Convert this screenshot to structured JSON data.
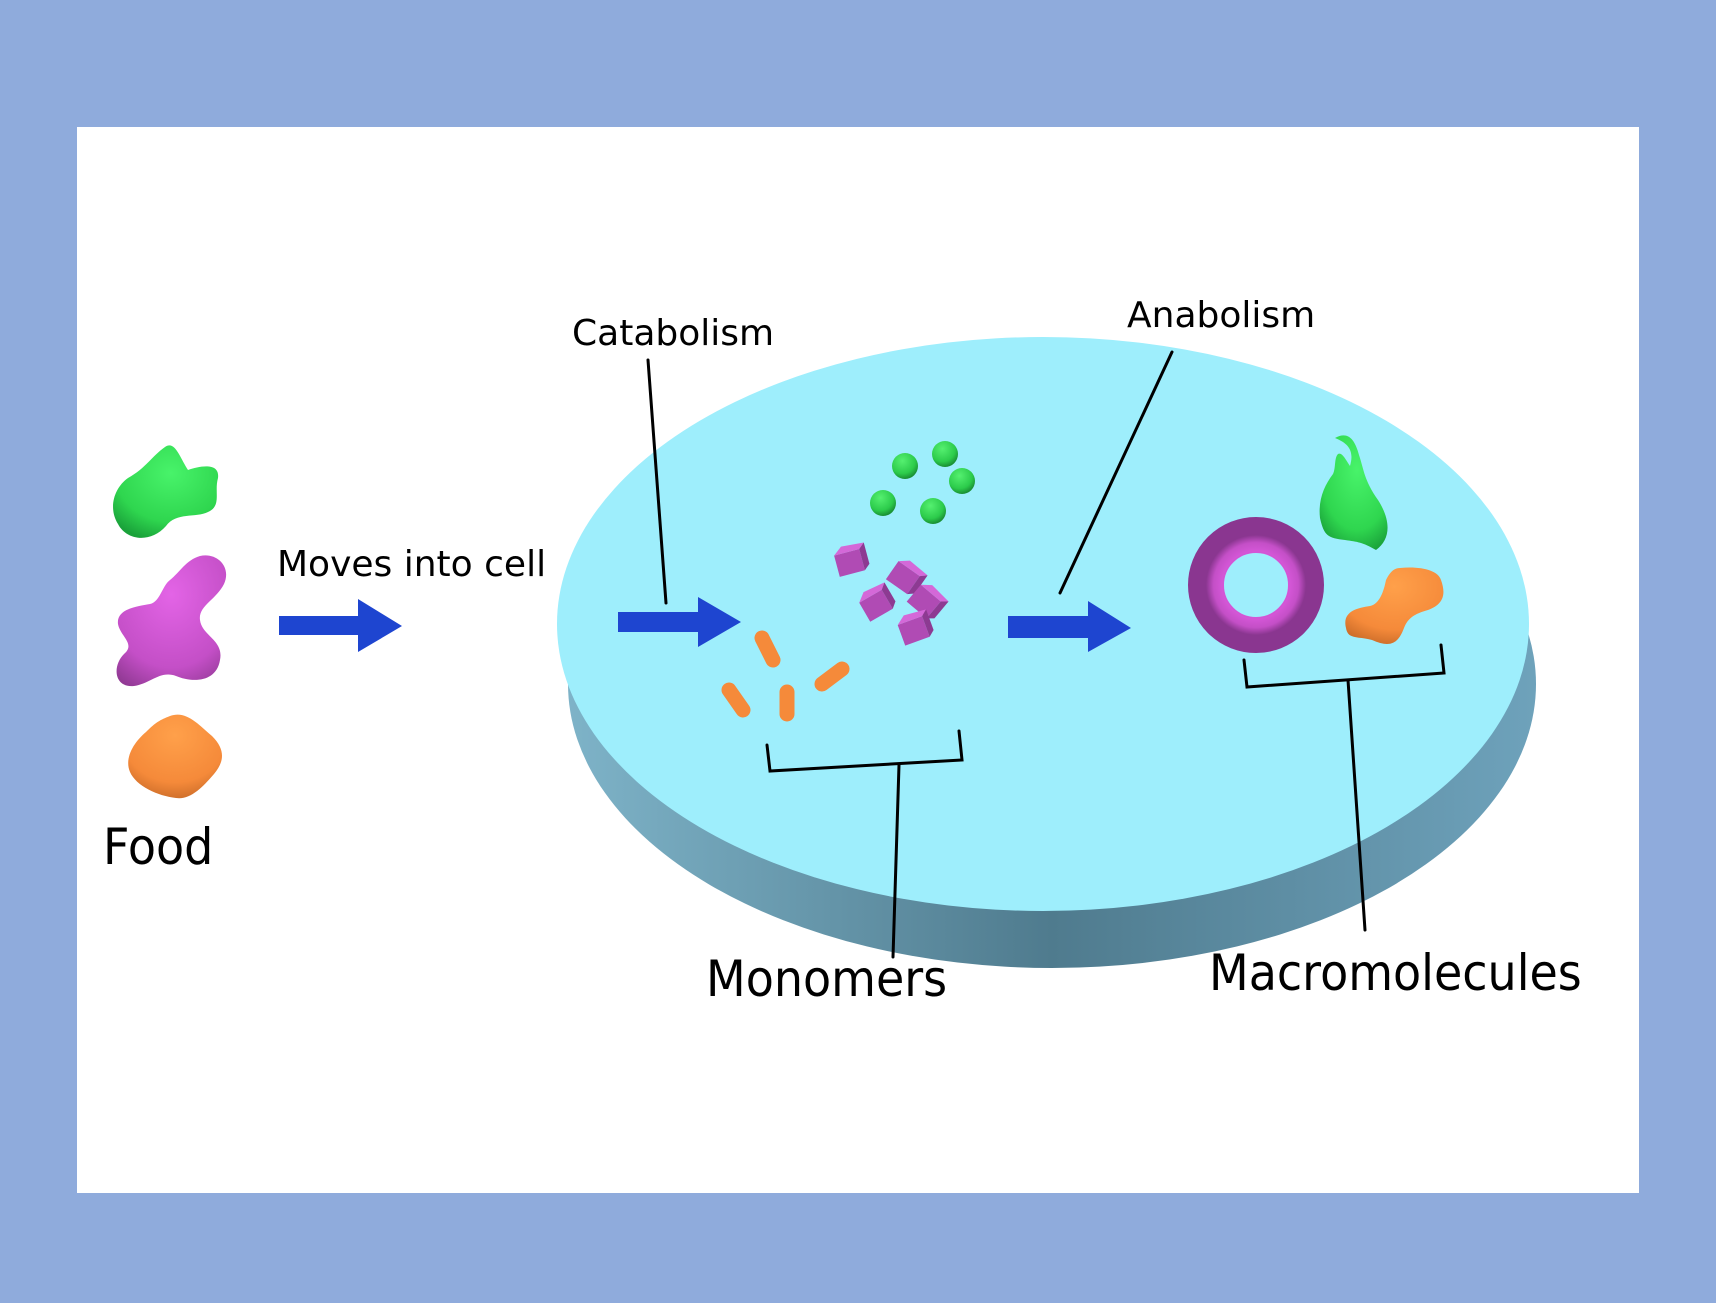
{
  "diagram": {
    "title_area": "Metabolism overview: catabolism and anabolism",
    "labels": {
      "food": "Food",
      "moves_into_cell": "Moves into cell",
      "catabolism": "Catabolism",
      "anabolism": "Anabolism",
      "monomers": "Monomers",
      "macromolecules": "Macromolecules"
    },
    "food_items": [
      "green-food-blob",
      "purple-food-blob",
      "orange-food-blob"
    ],
    "monomers": {
      "green_spheres": 5,
      "purple_cubes": 5,
      "orange_rods": 4
    },
    "macromolecules": [
      "green-pear-shape",
      "purple-torus",
      "orange-bowtie-shape"
    ],
    "colors": {
      "background_border": "#8fabdc",
      "panel": "#ffffff",
      "cell_top": "#9eeefc",
      "cell_side": "#567f93",
      "arrow": "#1e45d0",
      "green": "#2fd64f",
      "purple": "#c44fc7",
      "orange": "#f58a3a",
      "text": "#000000"
    }
  }
}
